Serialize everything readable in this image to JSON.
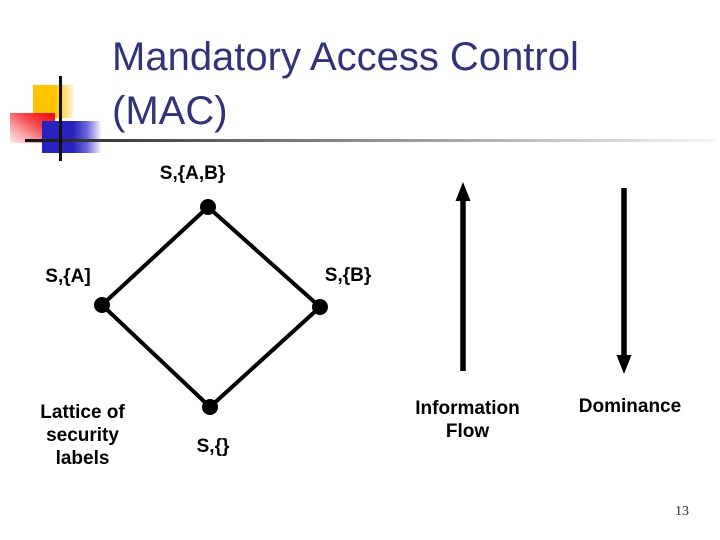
{
  "slide": {
    "title_lines": [
      "Mandatory Access Control",
      "(MAC)"
    ],
    "page_number": "13",
    "colors": {
      "title_text": "#333379",
      "diagram_text": "#000000",
      "logo_yellow": "#ffc400",
      "logo_red": "#ef0f0f",
      "logo_blue": "#2823c0"
    }
  },
  "lattice": {
    "caption_lines": [
      "Lattice of",
      "security",
      "labels"
    ],
    "nodes": [
      {
        "id": "top",
        "label": "S,{A,B}"
      },
      {
        "id": "left",
        "label": "S,{A]"
      },
      {
        "id": "right",
        "label": "S,{B}"
      },
      {
        "id": "bottom",
        "label": "S,{}"
      }
    ],
    "edges": [
      [
        "top",
        "left"
      ],
      [
        "top",
        "right"
      ],
      [
        "left",
        "bottom"
      ],
      [
        "right",
        "bottom"
      ]
    ]
  },
  "arrows": [
    {
      "id": "information-flow",
      "direction": "up",
      "label_lines": [
        "Information",
        "Flow"
      ]
    },
    {
      "id": "dominance",
      "direction": "down",
      "label_lines": [
        "Dominance"
      ]
    }
  ]
}
